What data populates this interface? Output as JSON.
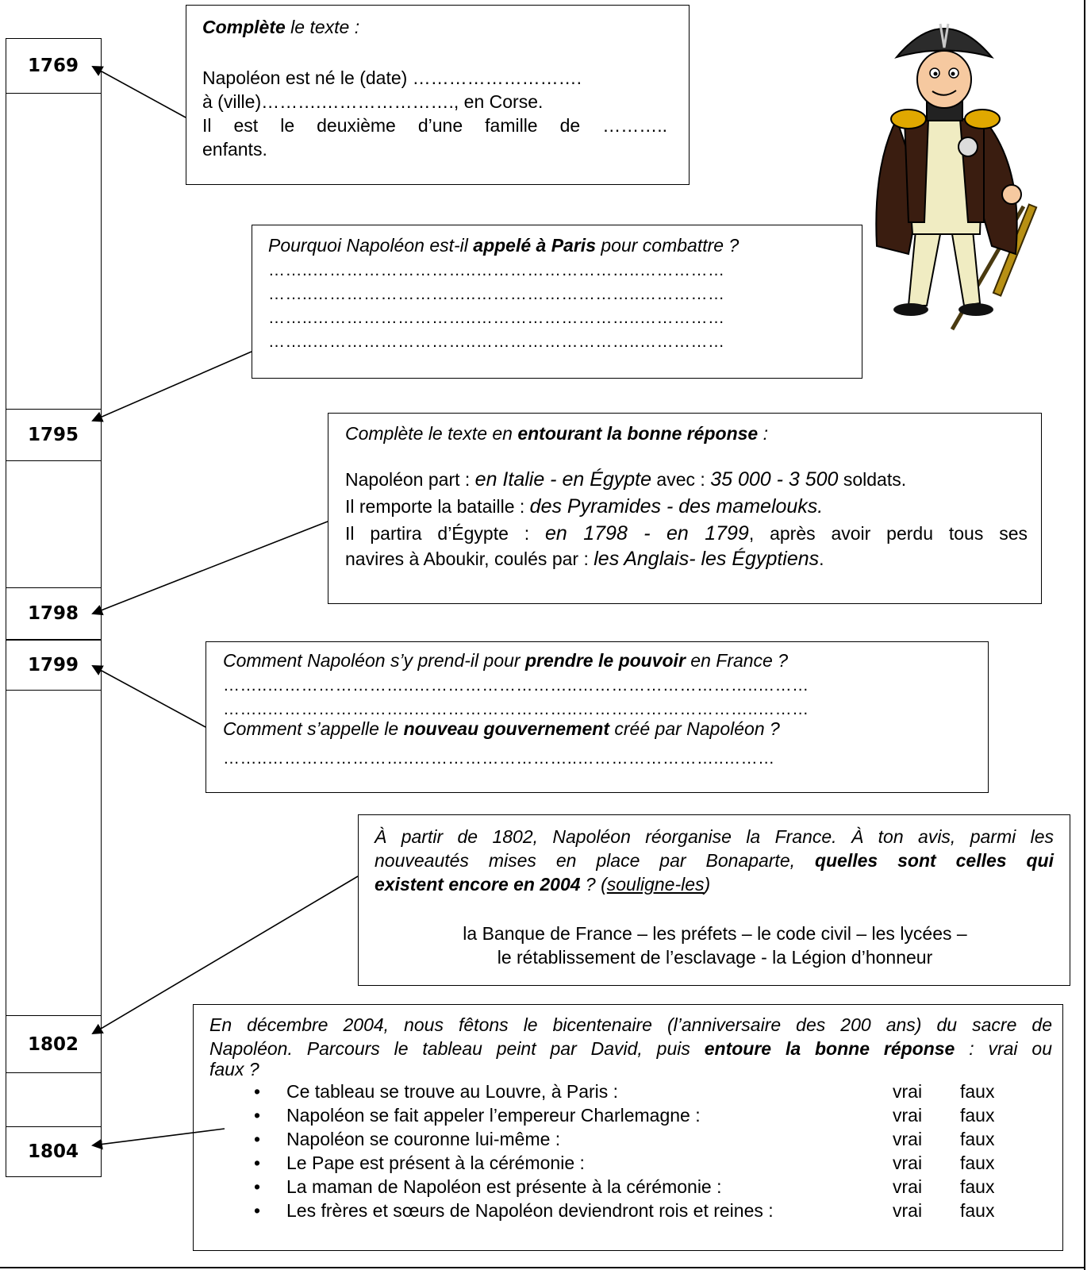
{
  "timeline": {
    "years": [
      "1769",
      "1795",
      "1798",
      "1799",
      "1802",
      "1804"
    ]
  },
  "box1769": {
    "title_bold": "Complète",
    "title_rest": " le texte :",
    "line1": "Napoléon est né le (date) ……………………….",
    "line2": "à (ville)……….…………………., en Corse.",
    "line3": "Il est le deuxième d’une famille de ………..",
    "line4": "enfants."
  },
  "box1795": {
    "q_pre": "Pourquoi Napoléon est-il ",
    "q_bold": "appelé à Paris",
    "q_post": " pour combattre ?",
    "dots": [
      "……..………………………..………………………..……………",
      "……..………………………..………………………..……………",
      "……..………………………..………………………..……………",
      "……..………………………..………………………..……………"
    ]
  },
  "box1798": {
    "title_pre": "Complète le texte en ",
    "title_bold": "entourant la bonne réponse",
    "title_post": " :",
    "l1_a": "Napoléon part : ",
    "l1_b": "en Italie - en Égypte",
    "l1_c": " avec : ",
    "l1_d": "35 000 - 3 500",
    "l1_e": " soldats.",
    "l2_a": "Il remporte la bataille : ",
    "l2_b": "des Pyramides - des mamelouks.",
    "l3_a": "Il partira d’Égypte : ",
    "l3_b": "en 1798 - en 1799",
    "l3_c": ", après avoir perdu tous ses",
    "l4_a": "navires à Aboukir, coulés par : ",
    "l4_b": "les Anglais- les Égyptiens",
    "l4_c": "."
  },
  "box1799": {
    "q1_pre": "Comment Napoléon s’y prend-il pour ",
    "q1_bold": "prendre le pouvoir",
    "q1_post": " en France ?",
    "dots1": "……..……………………..………………………..…………………………..………",
    "dots2": "……..……………………..………………………..…………………………..………",
    "q2_pre": "Comment s’appelle le ",
    "q2_bold": "nouveau gouvernement",
    "q2_post": " créé par Napoléon ?",
    "dots3": "……..……………………..………………………..……………………..………"
  },
  "box1802": {
    "l1": "À partir de 1802, Napoléon réorganise la France. À ton avis, parmi les",
    "l2_a": "nouveautés mises en place par Bonaparte, ",
    "l2_b": "quelles sont celles qui",
    "l3_b": "existent encore en 2004",
    "l3_c": " ? (",
    "l3_u": "souligne-les",
    "l3_d": ")",
    "list1": "la Banque de France – les préfets – le code civil – les lycées –",
    "list2": "le rétablissement de l’esclavage - la Légion d’honneur"
  },
  "box1804": {
    "l1": "En décembre 2004, nous fêtons le bicentenaire (l’anniversaire des 200 ans) du sacre de",
    "l2_a": "Napoléon. Parcours le tableau peint par David, puis ",
    "l2_b": "entoure la bonne réponse",
    "l2_c": " : vrai ou",
    "l3": "faux ?",
    "bullet": "•",
    "vrai": "vrai",
    "faux": "faux",
    "items": [
      "Ce tableau se trouve au Louvre, à Paris :",
      "Napoléon se fait appeler l’empereur Charlemagne :",
      "Napoléon se couronne lui-même :",
      "Le Pape est présent à la cérémonie :",
      "La maman de Napoléon est présente à la cérémonie :",
      "Les frères et sœurs de Napoléon deviendront rois et reines :"
    ]
  }
}
